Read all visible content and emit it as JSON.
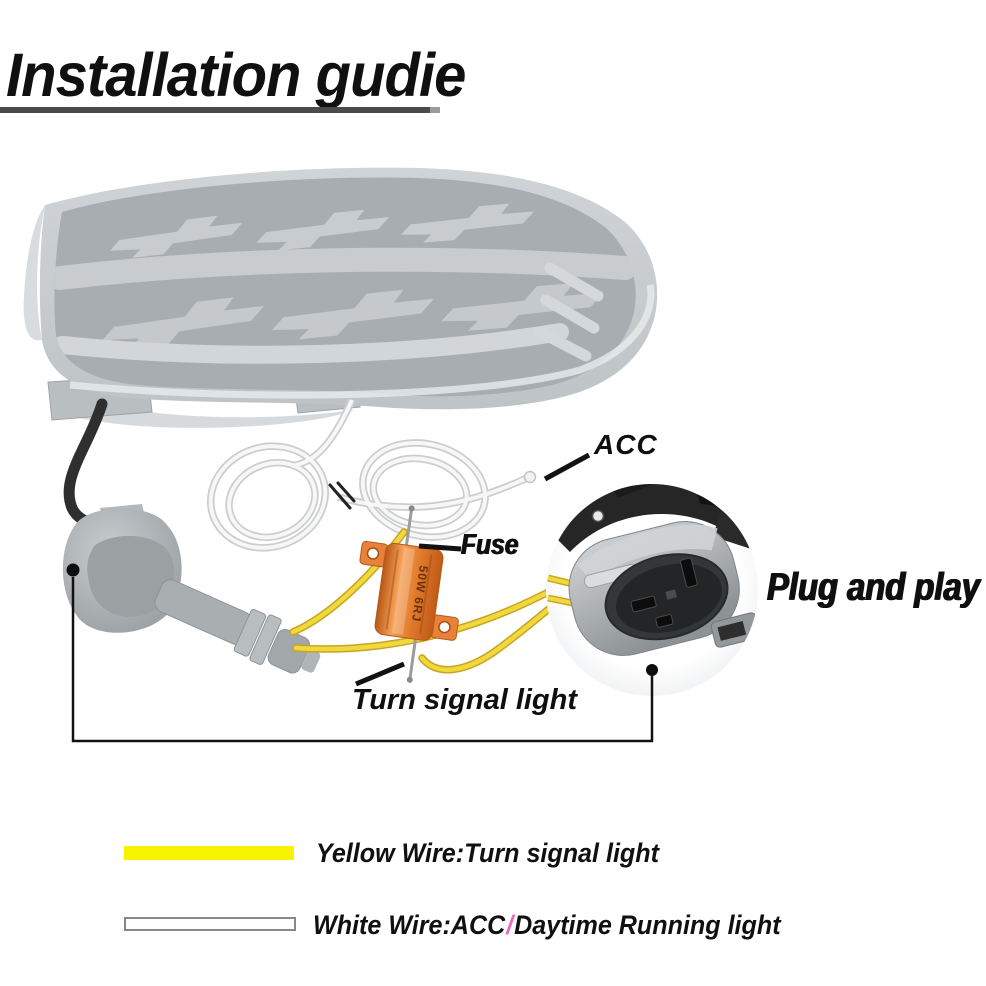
{
  "title": {
    "text": "Installation gudie"
  },
  "callouts": {
    "acc": "ACC",
    "fuse": "Fuse",
    "plug_and_play": "Plug and play",
    "turn_signal": "Turn signal light"
  },
  "resistor": {
    "marking": "50W 6RJ",
    "body_color": "#e0762e"
  },
  "legend": {
    "yellow": {
      "label": "Yellow Wire:Turn signal light",
      "swatch_color": "#f8f400"
    },
    "white": {
      "prefix": "White Wire:ACC",
      "separator": "/",
      "suffix": "Daytime Running light",
      "separator_color": "#f06ab8",
      "swatch_color": "#ffffff",
      "swatch_border": "#878787"
    }
  },
  "colors": {
    "title_underline": "#4b4b4b",
    "wire_yellow": "#efd93e",
    "wire_white": "#f7f7f7",
    "wire_black": "#2f2f2f",
    "lamp_gray": "#c7cbce",
    "callout_black": "#121212"
  }
}
